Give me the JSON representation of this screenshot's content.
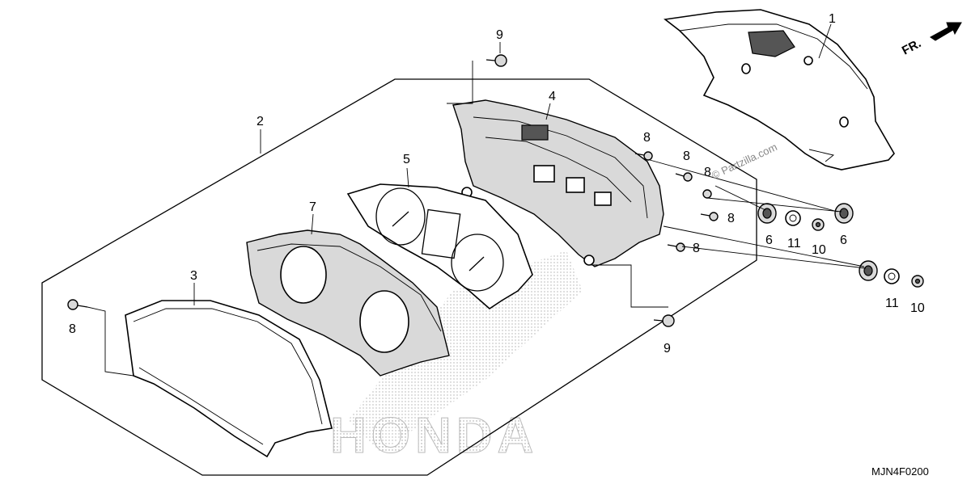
{
  "diagram": {
    "drawing_code": "MJN4F0200",
    "direction_marker": "FR.",
    "watermark": "© Partzilla.com",
    "brand_mark": "HONDA",
    "callouts": [
      {
        "id": "c1",
        "label": "1"
      },
      {
        "id": "c2",
        "label": "2"
      },
      {
        "id": "c3",
        "label": "3"
      },
      {
        "id": "c4",
        "label": "4"
      },
      {
        "id": "c5",
        "label": "5"
      },
      {
        "id": "c6a",
        "label": "6"
      },
      {
        "id": "c6b",
        "label": "6"
      },
      {
        "id": "c7",
        "label": "7"
      },
      {
        "id": "c8a",
        "label": "8"
      },
      {
        "id": "c8b",
        "label": "8"
      },
      {
        "id": "c8c",
        "label": "8"
      },
      {
        "id": "c8d",
        "label": "8"
      },
      {
        "id": "c8e",
        "label": "8"
      },
      {
        "id": "c8f",
        "label": "8"
      },
      {
        "id": "c9a",
        "label": "9"
      },
      {
        "id": "c9b",
        "label": "9"
      },
      {
        "id": "c10a",
        "label": "10"
      },
      {
        "id": "c10b",
        "label": "10"
      },
      {
        "id": "c11a",
        "label": "11"
      },
      {
        "id": "c11b",
        "label": "11"
      }
    ]
  }
}
